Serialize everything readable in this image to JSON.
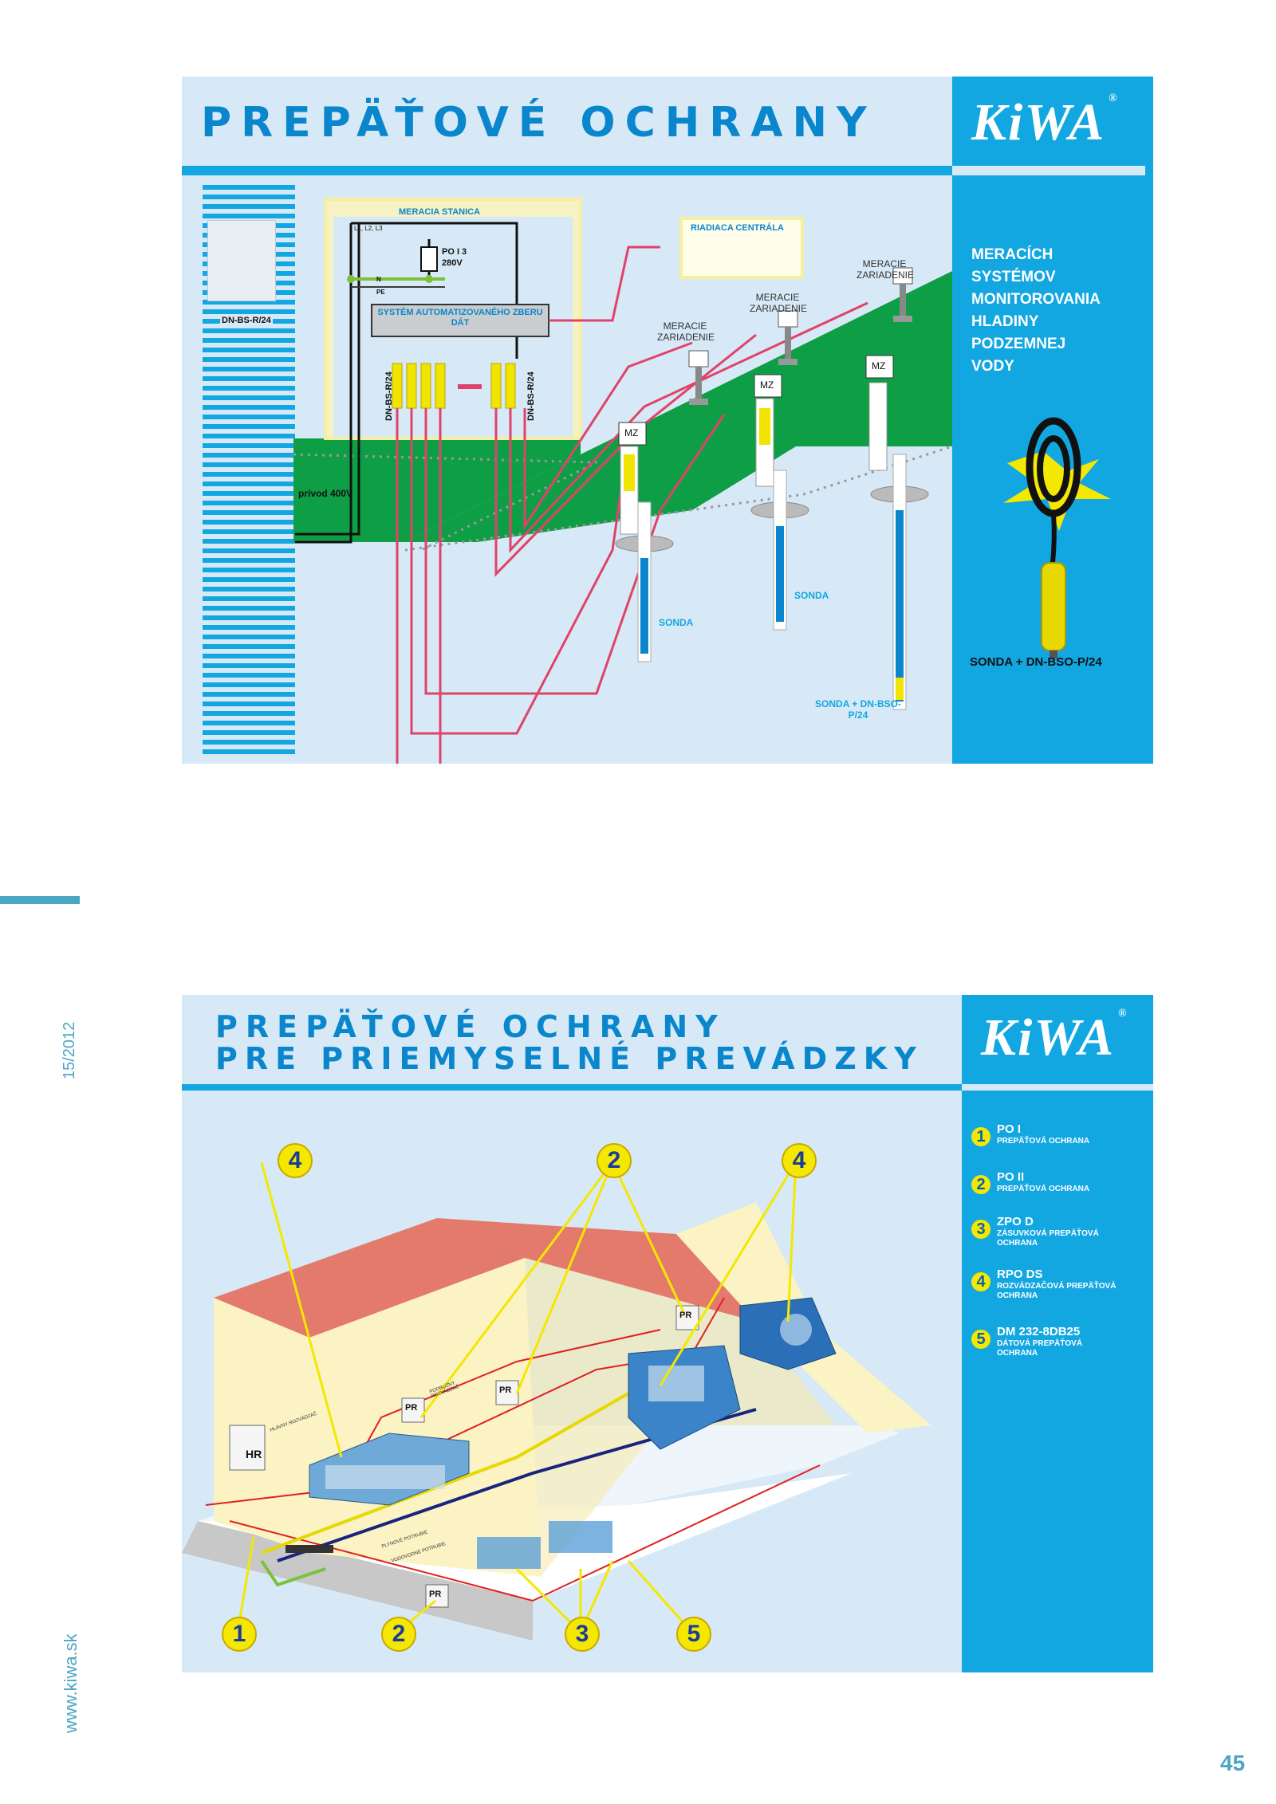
{
  "panel1": {
    "title": "PREPÄŤOVÉ OCHRANY",
    "logo": "KiWA",
    "logo_mark": "®",
    "side_text": "MERACÍCH SYSTÉMOV MONITOROVANIA HLADINY PODZEMNEJ VODY",
    "side_caption": "SONDA + DN-BSO-P/24",
    "device_label": "DN-BS-R/24",
    "station_title": "MERACIA STANICA",
    "phases": "L1, L2, L3",
    "po_label": "PO I 3",
    "po_voltage": "280V",
    "n_label": "N",
    "pe_label": "PE",
    "system_box": "SYSTÉM AUTOMATIZOVANÉHO ZBERU DÁT",
    "left_arrester": "DN-BS-R/24",
    "right_arrester": "DN-BS-R/24",
    "control_center": "RIADIACA CENTRÁLA",
    "supply": "prívod 400V",
    "measuring_device_1": "MERACIE ZARIADENIE",
    "measuring_device_2": "MERACIE ZARIADENIE",
    "measuring_device_3": "MERACIE ZARIADENIE",
    "mz_1": "MZ",
    "mz_2": "MZ",
    "mz_3": "MZ",
    "probe_1": "SONDA",
    "probe_2": "SONDA",
    "probe_3": "SONDA + DN-BSO-P/24"
  },
  "panel2": {
    "title_line1": "PREPÄŤOVÉ OCHRANY",
    "title_line2": "PRE PRIEMYSELNÉ PREVÁDZKY",
    "logo": "KiWA",
    "logo_mark": "®",
    "legend": [
      {
        "num": "1",
        "title": "PO I",
        "desc": "PREPÄŤOVÁ OCHRANA"
      },
      {
        "num": "2",
        "title": "PO II",
        "desc": "PREPÄŤOVÁ OCHRANA"
      },
      {
        "num": "3",
        "title": "ZPO D",
        "desc": "ZÁSUVKOVÁ PREPÄŤOVÁ OCHRANA"
      },
      {
        "num": "4",
        "title": "RPO DS",
        "desc": "ROZVÁDZAČOVÁ PREPÄŤOVÁ OCHRANA"
      },
      {
        "num": "5",
        "title": "DM 232-8DB25",
        "desc": "DÁTOVÁ PREPÄŤOVÁ OCHRANA"
      }
    ],
    "callouts": [
      "4",
      "2",
      "4",
      "1",
      "2",
      "3",
      "5"
    ],
    "hr": "HR",
    "pr": "PR",
    "main_switchboard": "HLAVNÝ ROZVÁDZAČ",
    "sub_switchboard": "PODRUŽNÝ ROZVÁDZAČ",
    "gas_pipe": "PLYNOVÉ POTRUBIE",
    "water_pipe": "VODOVODNÉ POTRUBIE"
  },
  "footer": {
    "issue": "15/2012",
    "website": "www.kiwa.sk",
    "page_number": "45"
  },
  "colors": {
    "accent_blue": "#13a7e2",
    "title_blue": "#0a86cc",
    "panel_bg": "#d7e9f6",
    "grass_green": "#0e9e45",
    "cable_red": "#e0436a",
    "callout_yellow": "#f4e800",
    "page_teal": "#4ba6c4"
  }
}
